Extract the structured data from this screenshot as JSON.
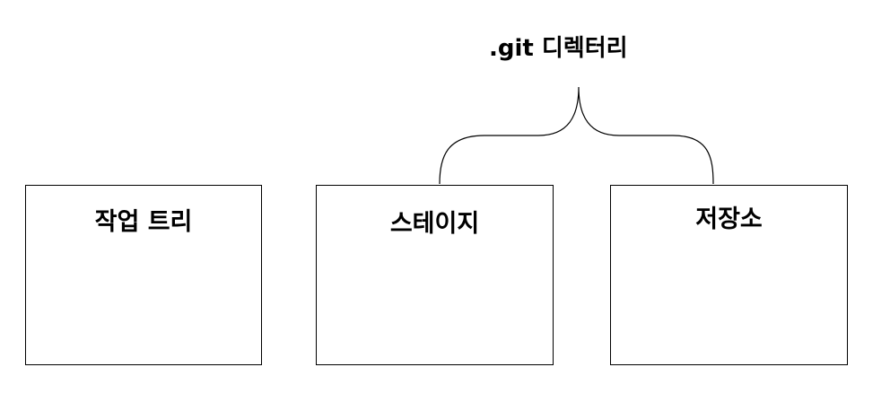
{
  "diagram": {
    "git_dir_label": ".git 디렉터리",
    "boxes": [
      {
        "label": "작업 트리"
      },
      {
        "label": "스테이지"
      },
      {
        "label": "저장소"
      }
    ]
  },
  "colors": {
    "stroke": "#000000",
    "background": "#ffffff"
  }
}
